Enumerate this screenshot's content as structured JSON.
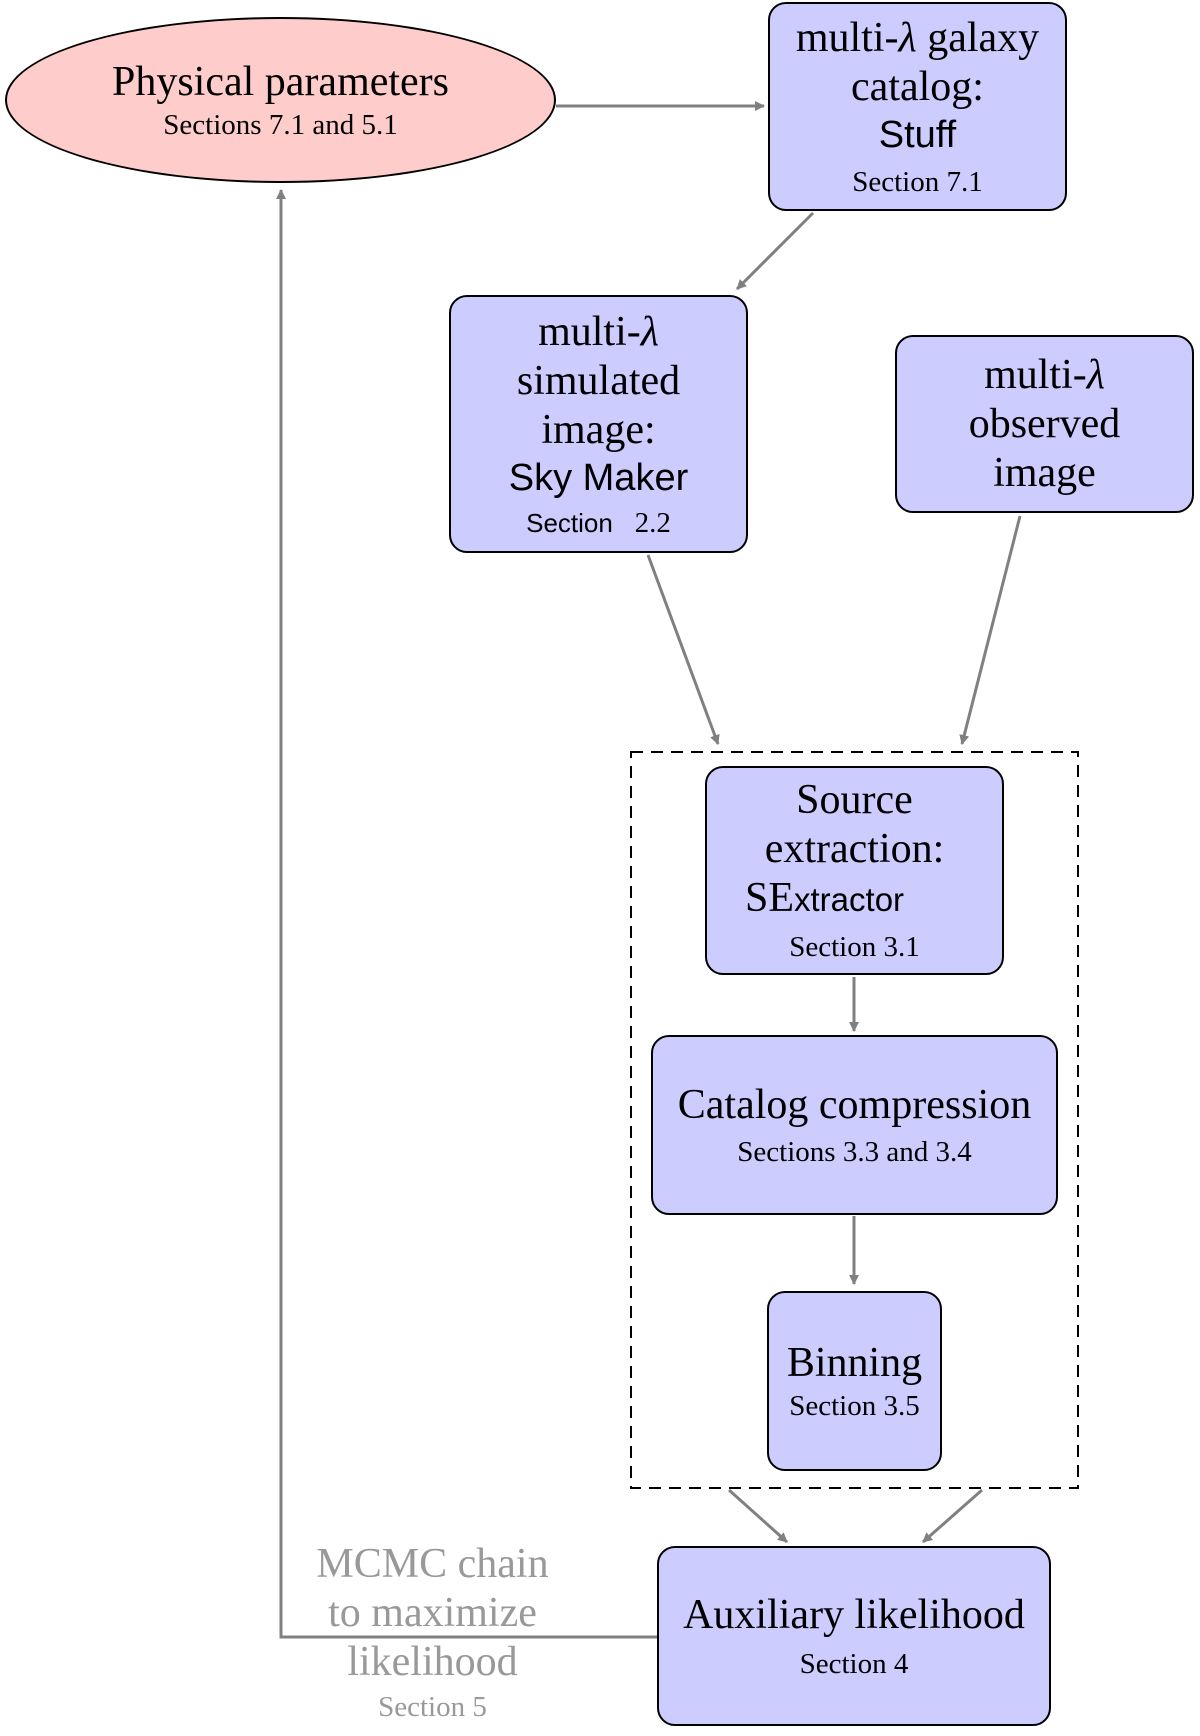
{
  "nodes": {
    "physical_parameters": {
      "title": "Physical parameters",
      "section": "Sections 7.1 and 5.1"
    },
    "galaxy_catalog": {
      "line1_prefix": "multi-",
      "line1_symbol": "λ",
      "line1_suffix": " galaxy",
      "line2": "catalog:",
      "tool": "Stuff",
      "section": "Section 7.1"
    },
    "simulated_image": {
      "line1_prefix": "multi-",
      "line1_symbol": "λ",
      "line2": "simulated",
      "line3": "image:",
      "tool": "Sky Maker",
      "section_label": "Section",
      "section_number": "2.2"
    },
    "observed_image": {
      "line1_prefix": "multi-",
      "line1_symbol": "λ",
      "line2": "observed",
      "line3": "image"
    },
    "source_extraction": {
      "line1": "Source",
      "line2": "extraction:",
      "tool_prefix": "SE",
      "tool_suffix": "xtractor",
      "section": "Section 3.1"
    },
    "catalog_compression": {
      "title": "Catalog compression",
      "section": "Sections 3.3 and 3.4"
    },
    "binning": {
      "title": "Binning",
      "section": "Section 3.5"
    },
    "auxiliary_likelihood": {
      "title": "Auxiliary likelihood",
      "section": "Section 4"
    }
  },
  "feedback_label": {
    "line1": "MCMC chain",
    "line2": "to maximize",
    "line3": "likelihood",
    "section": "Section 5"
  },
  "colors": {
    "parameter_fill": "#ffcccc",
    "process_fill": "#ccccff",
    "arrow": "#808080",
    "feedback_text": "#999999"
  }
}
